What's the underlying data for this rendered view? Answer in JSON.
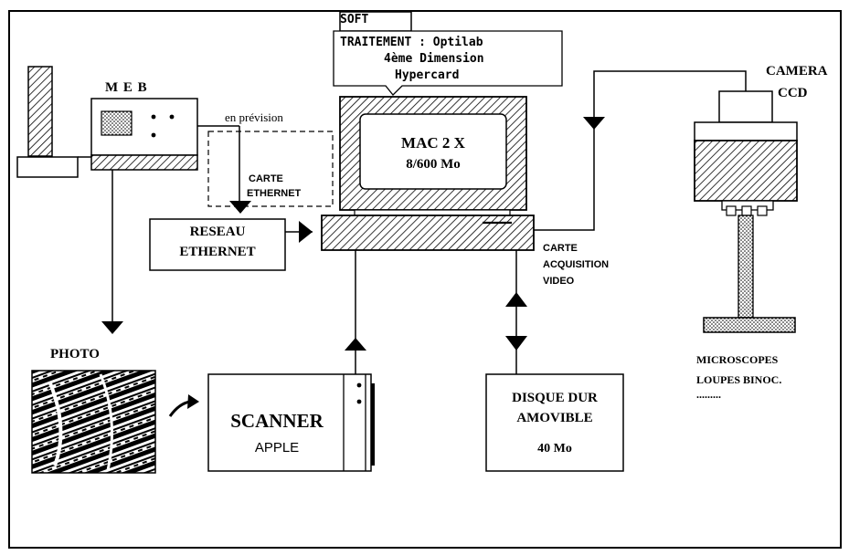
{
  "labels": {
    "soft": "SOFT",
    "traitement": "TRAITEMENT : Optilab",
    "dimension": "4ème Dimension",
    "hypercard": "Hypercard",
    "meb": "M E B",
    "en_prevision": "en prévision",
    "carte_ethernet_1": "CARTE",
    "carte_ethernet_2": "ETHERNET",
    "mac_1": "MAC 2 X",
    "mac_2": "8/600 Mo",
    "reseau_1": "RESEAU",
    "reseau_2": "ETHERNET",
    "carte_acq_1": "CARTE",
    "carte_acq_2": "ACQUISITION",
    "carte_acq_3": "VIDEO",
    "camera_1": "CAMERA",
    "camera_2": "CCD",
    "photo": "PHOTO",
    "scanner_1": "SCANNER",
    "scanner_2": "APPLE",
    "disque_1": "DISQUE DUR",
    "disque_2": "AMOVIBLE",
    "disque_3": "40 Mo",
    "micro_1": "MICROSCOPES",
    "micro_2": "LOUPES BINOC.",
    "micro_3": "........."
  }
}
